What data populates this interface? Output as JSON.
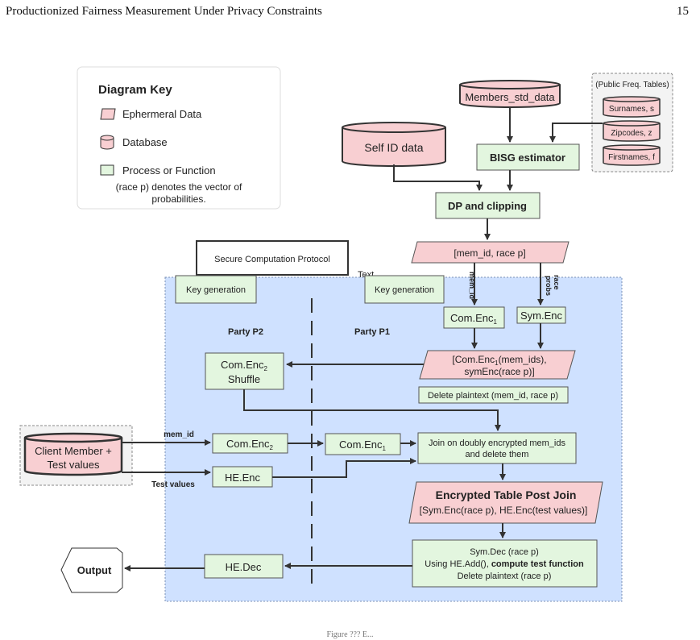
{
  "header": {
    "title": "Productionized Fairness Measurement Under Privacy Constraints",
    "page_number": "15"
  },
  "key": {
    "title": "Diagram Key",
    "ephemeral": "Ephermeral Data",
    "database": "Database",
    "process": "Process or Function",
    "note_line1": "(race p) denotes the vector of",
    "note_line2": "probabilities."
  },
  "colors": {
    "ephemeral": "#f8cfd2",
    "process": "#e3f6df",
    "protocol_area": "#cfe1ff",
    "public_group": "#f3f3f3"
  },
  "nodes": {
    "members_std_data": "Members_std_data",
    "self_id_data": "Self ID data",
    "bisg_estimator": "BISG estimator",
    "dp_clipping": "DP and clipping",
    "mem_race": "[mem_id, race p]",
    "public_tables_title": "(Public Freq. Tables)",
    "surnames": "Surnames, s",
    "zipcodes": "Zipcodes, z",
    "firstnames": "Firstnames, f",
    "secure_protocol": "Secure Computation Protocol",
    "text_label": "Text",
    "key_gen_p2": "Key generation",
    "key_gen_p1": "Key generation",
    "party_p2": "Party P2",
    "party_p1": "Party P1",
    "com_enc1_base": "Com.Enc",
    "com_enc1_sub": "1",
    "sym_enc": "Sym.Enc",
    "edge_mem_id": "mem_id",
    "edge_race": "race",
    "edge_probs": "probs",
    "enc_list_line1_pre": "[Com.Enc",
    "enc_list_line1_sub": "1",
    "enc_list_line1_post": "(mem_ids),",
    "enc_list_line2": "symEnc(race p)]",
    "com_enc2_shuffle_base": "Com.Enc",
    "com_enc2_shuffle_sub": "2",
    "com_enc2_shuffle_line2": "Shuffle",
    "delete_plaintext": "Delete plaintext (mem_id, race p)",
    "client_line1": "Client Member +",
    "client_line2": "Test values",
    "edge_client_mem_id": "mem_id",
    "edge_test_values": "Test values",
    "com_enc2_base": "Com.Enc",
    "com_enc2_sub": "2",
    "com_enc1b_base": "Com.Enc",
    "com_enc1b_sub": "1",
    "join_line1": "Join on doubly encrypted mem_ids",
    "join_line2": "and delete them",
    "he_enc": "HE.Enc",
    "encrypted_table_title": "Encrypted Table Post Join",
    "encrypted_table_body": "[Sym.Enc(race p), HE.Enc(test values)]",
    "symdec_line1": "Sym.Dec (race p)",
    "symdec_line2_pre": "Using HE.Add(), ",
    "symdec_line2_bold": "compute test function",
    "symdec_line3": "Delete plaintext (race p)",
    "he_dec": "HE.Dec",
    "output": "Output"
  },
  "caption": "Figure ??? E..."
}
